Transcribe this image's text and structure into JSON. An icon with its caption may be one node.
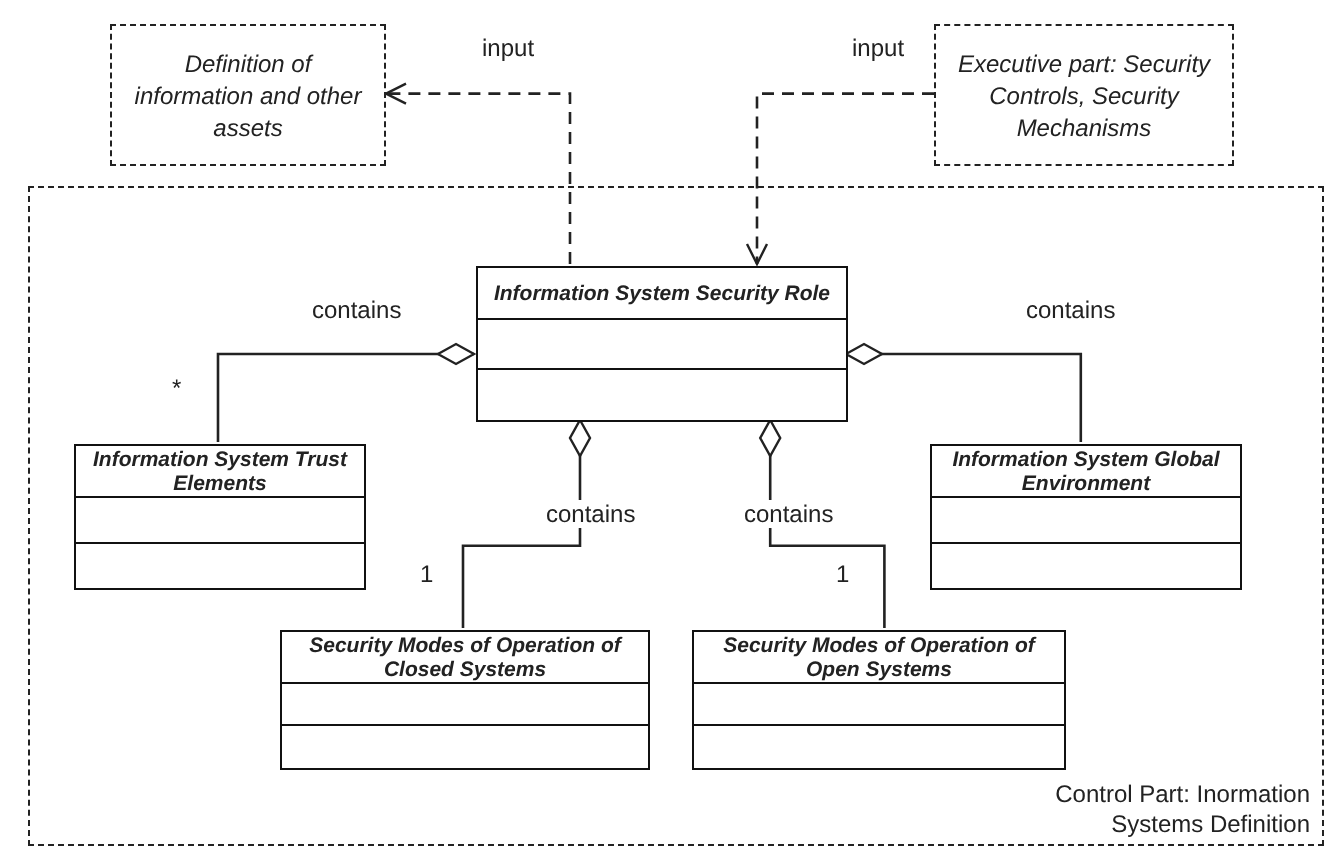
{
  "diagram": {
    "nodes": [
      {
        "text": [
          "Definition of information and other assets"
        ]
      },
      {
        "text": [
          "Executive part: Security Controls, Security Mechanisms"
        ]
      },
      {
        "text": [
          "Control Part: Inormation Systems Definition"
        ]
      },
      {
        "text": [
          "Information System Security Role"
        ],
        "in": 2
      },
      {
        "text": [
          "Information System Trust Elements"
        ],
        "in": 2
      },
      {
        "text": [
          "Information System Global Environment"
        ],
        "in": 2
      },
      {
        "text": [
          "Security Modes of Operation of Closed Systems"
        ],
        "in": 2
      },
      {
        "text": [
          "Security Modes of Operation of Open Systems"
        ],
        "in": 2
      }
    ],
    "edges": [
      {
        "from": 3,
        "to": 0,
        "arrow": "to",
        "label": "input",
        "style": "dashed"
      },
      {
        "from": 1,
        "to": 3,
        "arrow": "to",
        "label": "input",
        "style": "dashed"
      },
      {
        "from": 3,
        "to": 4,
        "arrow": "other",
        "label": "contains"
      },
      {
        "from": 3,
        "to": 6,
        "arrow": "other",
        "label": "contains"
      },
      {
        "from": 3,
        "to": 7,
        "arrow": "other",
        "label": "contains"
      },
      {
        "from": 3,
        "to": 5,
        "arrow": "other",
        "label": "contains"
      }
    ],
    "labels": [
      "*",
      "1",
      "1"
    ]
  }
}
